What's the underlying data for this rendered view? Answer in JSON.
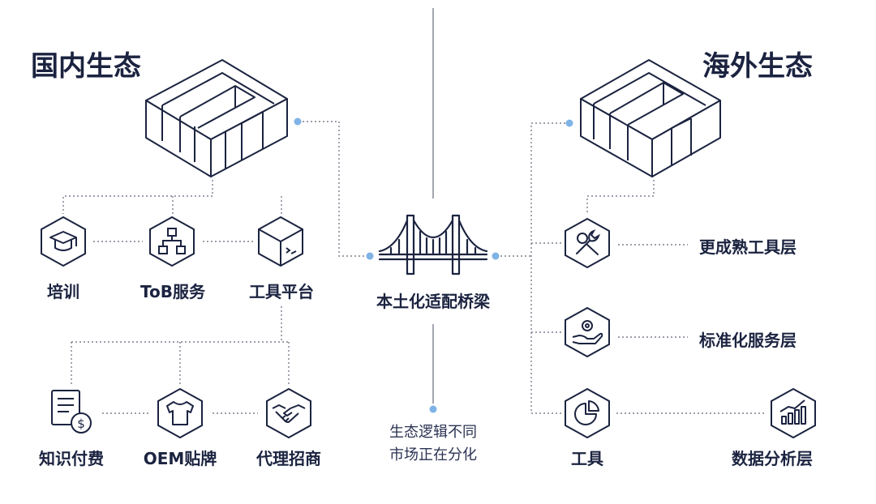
{
  "domestic": {
    "title": "国内生态",
    "level1": [
      {
        "label": "培训",
        "icon": "graduation-cap-icon"
      },
      {
        "label": "ToB服务",
        "icon": "org-chart-icon"
      },
      {
        "label": "工具平台",
        "icon": "terminal-cube-icon"
      }
    ],
    "level2": [
      {
        "label": "知识付费",
        "icon": "document-dollar-icon"
      },
      {
        "label": "OEM贴牌",
        "icon": "t-shirt-icon"
      },
      {
        "label": "代理招商",
        "icon": "handshake-icon"
      }
    ]
  },
  "bridge": {
    "label": "本土化适配桥梁",
    "note_line1": "生态逻辑不同",
    "note_line2": "市场正在分化"
  },
  "overseas": {
    "title": "海外生态",
    "layers": [
      {
        "label": "更成熟工具层",
        "icon": "tools-gear-icon"
      },
      {
        "label": "标准化服务层",
        "icon": "hand-gear-icon"
      },
      {
        "label": "工具",
        "icon": "pie-chart-icon"
      },
      {
        "label": "数据分析层",
        "icon": "bar-chart-icon"
      }
    ]
  },
  "colors": {
    "text": "#1b2340",
    "line": "#7c818d",
    "dot": "#7fb3e6",
    "hex_fill": "#ffffff",
    "hex_stroke": "#1b2340"
  }
}
